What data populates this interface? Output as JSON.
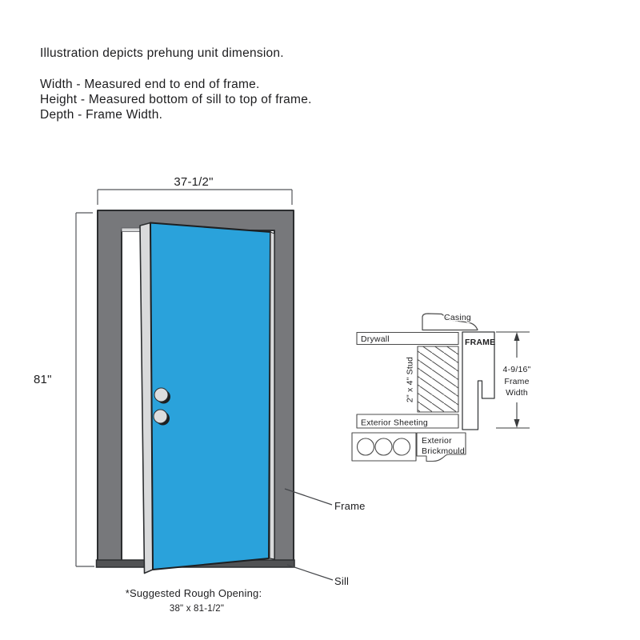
{
  "header": {
    "title": "Illustration depicts prehung unit dimension.",
    "lines": [
      "Width - Measured end to end of frame.",
      "Height - Measured bottom of sill to top of frame.",
      "Depth - Frame Width."
    ]
  },
  "door_diagram": {
    "width_dim": "37-1/2\"",
    "height_dim": "81\"",
    "frame_label": "Frame",
    "sill_label": "Sill",
    "rough_opening_title": "*Suggested Rough Opening:",
    "rough_opening_size": "38\" x 81-1/2\"",
    "colors": {
      "door": "#2aa2db",
      "frame": "#77787b",
      "sill": "#515254",
      "edge": "#d9dadb",
      "outline": "#2c2e30"
    }
  },
  "cross_section": {
    "casing_label": "Casing",
    "drywall_label": "Drywall",
    "frame_label": "FRAME",
    "stud_label": "2\" x 4\" Stud",
    "sheeting_label": "Exterior Sheeting",
    "brickmould_line1": "Exterior",
    "brickmould_line2": "Brickmould",
    "frame_width_dim": "4-9/16\"",
    "frame_width_caption1": "Frame",
    "frame_width_caption2": "Width"
  }
}
